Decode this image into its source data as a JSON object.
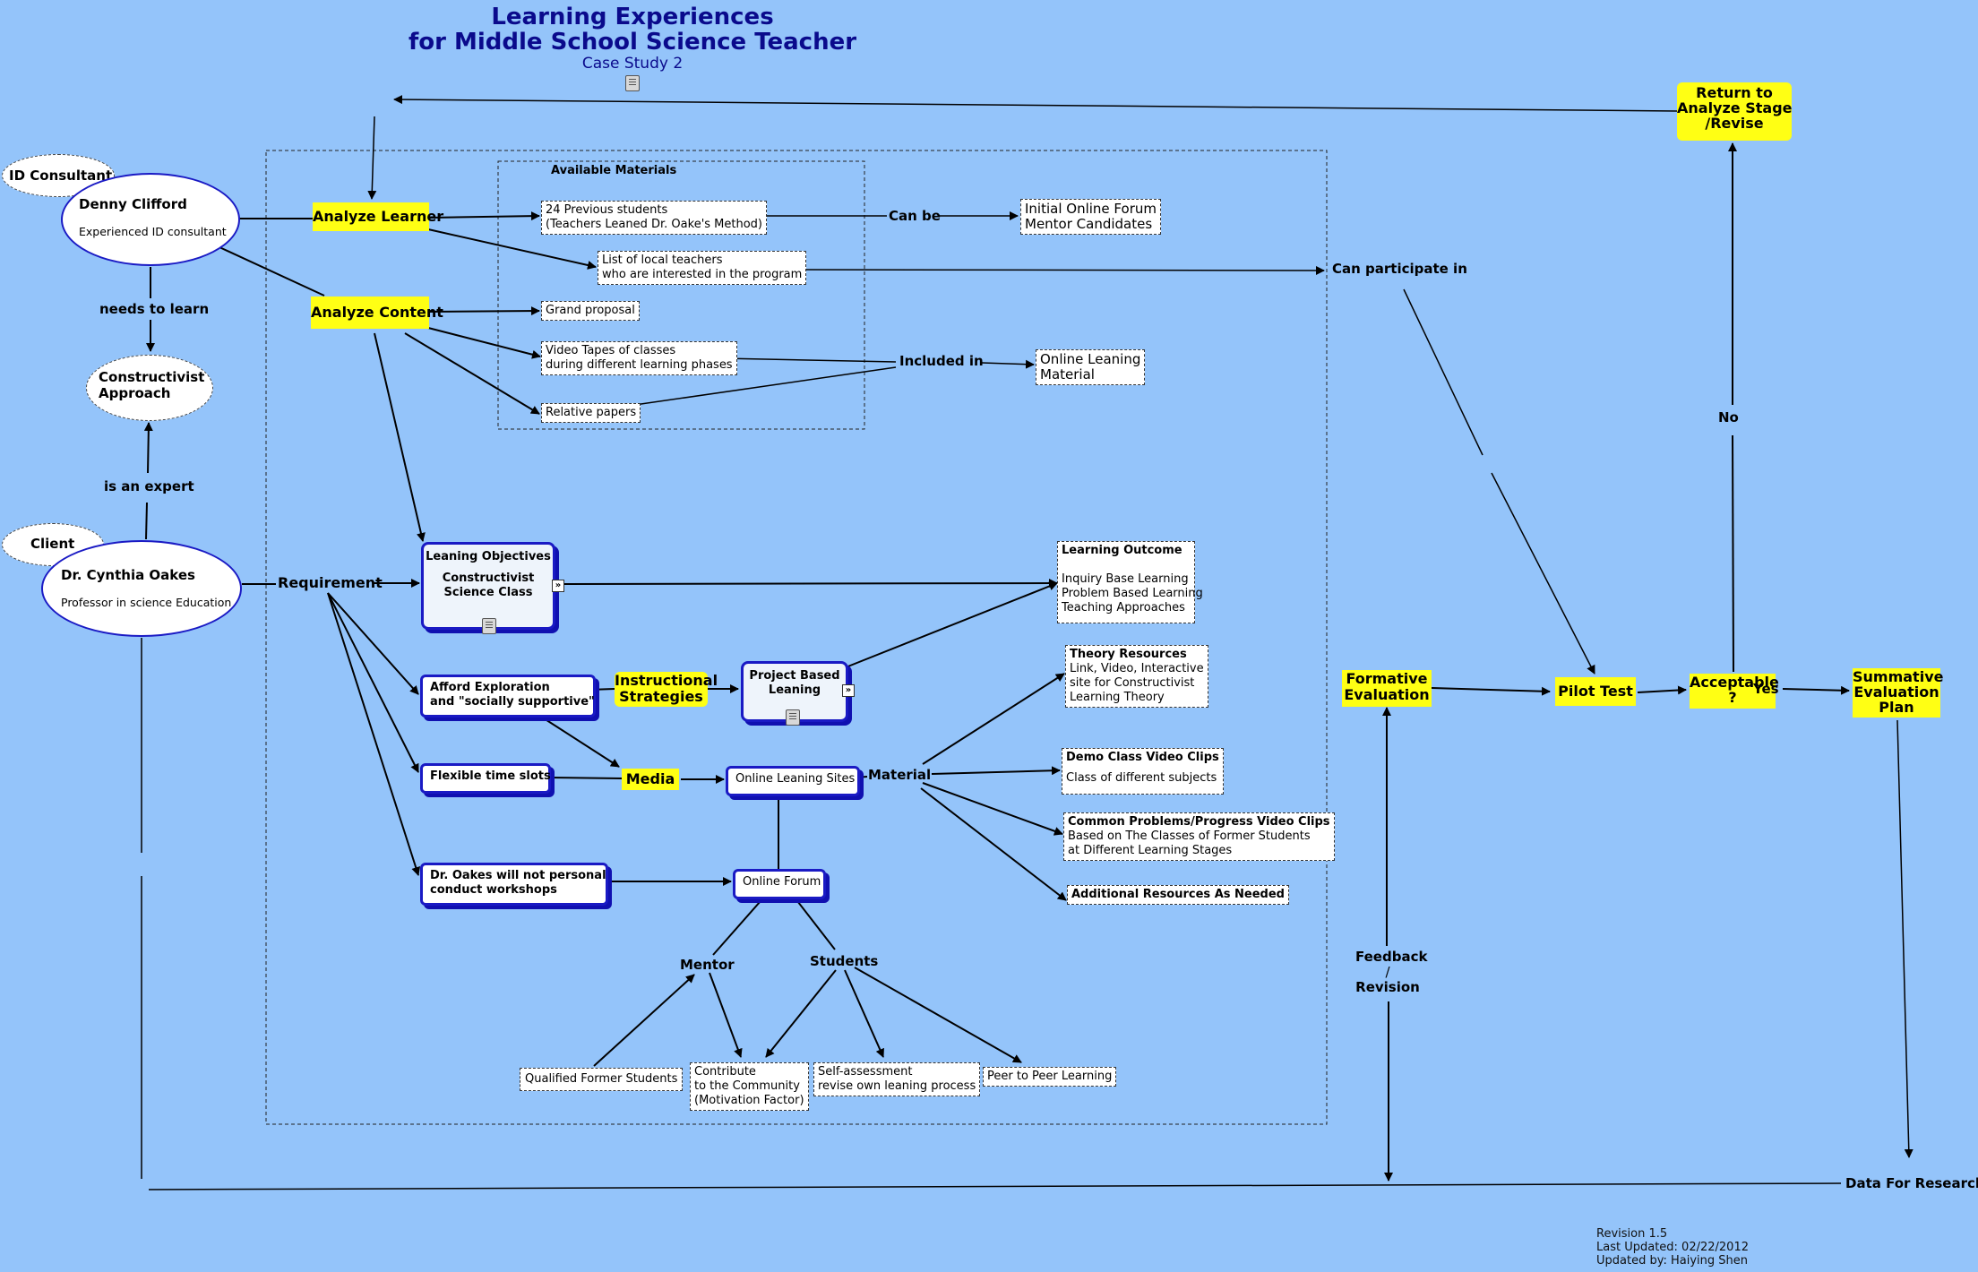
{
  "title": {
    "line1": "Learning Experiences",
    "line2": "for Middle School Science Teacher",
    "subtitle": "Case Study 2"
  },
  "container_label": "Available Materials",
  "people": {
    "id_consultant_tag": "ID Consultant",
    "denny_name": "Denny Clifford",
    "denny_desc": "Experienced ID consultant",
    "client_tag": "Client",
    "cynthia_name": "Dr. Cynthia Oakes",
    "cynthia_desc": "Professor in science Education",
    "constructivist_line1": "Constructivist",
    "constructivist_line2": "Approach"
  },
  "labels": {
    "needs_to_learn": "needs to learn",
    "is_an_expert": "is an expert",
    "requirement": "Requirement",
    "can_be": "Can be",
    "included_in": "Included in",
    "can_participate_in": "Can participate in",
    "material": "Material",
    "mentor": "Mentor",
    "students": "Students",
    "no": "No",
    "yes": "Yes",
    "feedback": "Feedback",
    "slash": "/",
    "revision": "Revision",
    "data_for_research": "Data For Research"
  },
  "stages": {
    "analyze_learner": "Analyze Learner",
    "analyze_content": "Analyze Content",
    "instructional_strategies_1": "Instructional",
    "instructional_strategies_2": "Strategies",
    "media": "Media",
    "formative_1": "Formative",
    "formative_2": "Evaluation",
    "pilot_test": "Pilot Test",
    "acceptable_1": "Acceptable",
    "acceptable_2": "?",
    "summative_1": "Summative",
    "summative_2": "Evaluation",
    "summative_3": "Plan",
    "return_1": "Return to",
    "return_2": "Analyze Stage",
    "return_3": "/Revise"
  },
  "materials": {
    "prev_students_1": "24 Previous students",
    "prev_students_2": "(Teachers Leaned Dr. Oake's Method)",
    "local_teachers_1": "List of local teachers",
    "local_teachers_2": "who are interested in the program",
    "grand_proposal": "Grand proposal",
    "video_tapes_1": "Video Tapes of classes",
    "video_tapes_2": "during different learning phases",
    "relative_papers": "Relative papers",
    "forum_mentor_1": "Initial Online Forum",
    "forum_mentor_2": "Mentor Candidates",
    "online_material_1": "Online Leaning",
    "online_material_2": "Material"
  },
  "boxes": {
    "objectives_title": "Leaning Objectives",
    "objectives_1": "Constructivist",
    "objectives_2": "Science Class",
    "afford_1": "Afford Exploration",
    "afford_2": "and \"socially supportive\"",
    "flexible": "Flexible time slots",
    "workshops_1": "Dr. Oakes will not personal",
    "workshops_2": "conduct workshops",
    "pbl_1": "Project Based",
    "pbl_2": "Leaning",
    "online_sites": "Online Leaning Sites",
    "online_forum": "Online Forum"
  },
  "outcomes": {
    "learning_outcome_title": "Learning Outcome",
    "learning_outcome_1": "Inquiry Base Learning",
    "learning_outcome_2": "Problem Based Learning",
    "learning_outcome_3": "Teaching Approaches",
    "theory_title": "Theory Resources",
    "theory_1": "Link, Video, Interactive",
    "theory_2": "site for Constructivist",
    "theory_3": "Learning Theory",
    "demo_title": "Demo Class Video Clips",
    "demo_1": "Class of different subjects",
    "problems_title": "Common Problems/Progress Video Clips",
    "problems_1": "Based on The Classes of Former Students",
    "problems_2": "at Different Learning Stages",
    "additional": "Additional Resources As Needed"
  },
  "community": {
    "qualified": "Qualified Former Students",
    "contribute_1": "Contribute",
    "contribute_2": "to the Community",
    "contribute_3": "(Motivation Factor)",
    "self_1": "Self-assessment",
    "self_2": "revise own leaning process",
    "peer": "Peer to Peer Learning"
  },
  "footer": {
    "revision": "Revision 1.5",
    "updated": "Last Updated: 02/22/2012",
    "author": "Updated by: Haiying Shen"
  },
  "colors": {
    "background": "#94c4fa",
    "highlight": "#ffff14",
    "node_border": "#1a1ac4",
    "title": "#0a0a8c"
  },
  "icons": [
    "document-icon",
    "link-arrow-icon"
  ]
}
